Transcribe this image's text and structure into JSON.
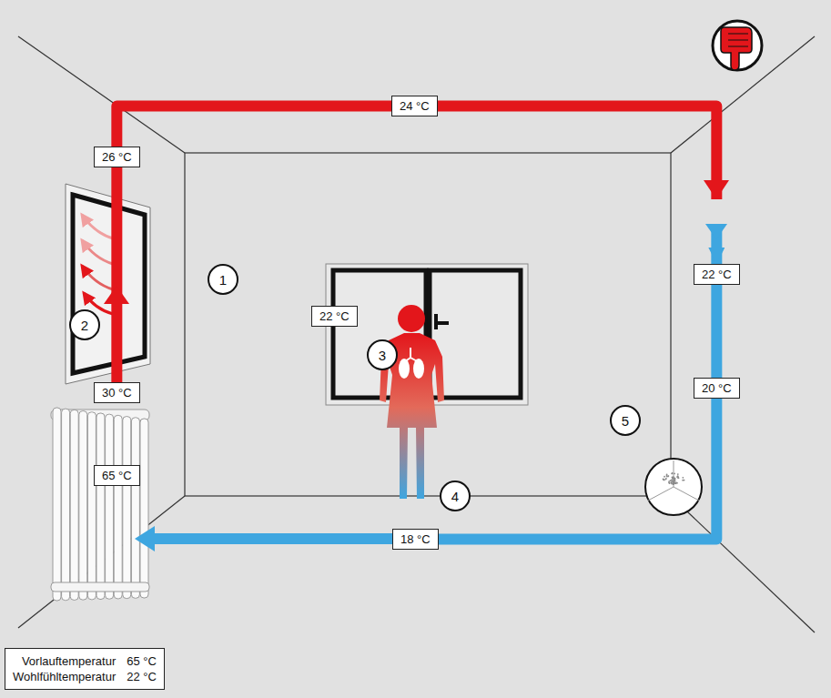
{
  "diagram": {
    "nodes": [
      {
        "text": [
          "24 °C"
        ]
      },
      {
        "text": [
          "26 °C"
        ]
      },
      {
        "text": [
          "1"
        ]
      },
      {
        "text": [
          "22 °C"
        ]
      },
      {
        "text": [
          "2"
        ]
      },
      {
        "text": [
          "22 °C"
        ]
      },
      {
        "text": [
          "3"
        ]
      },
      {
        "text": [
          "20 °C"
        ]
      },
      {
        "text": [
          "30 °C"
        ]
      },
      {
        "text": [
          "5"
        ]
      },
      {
        "text": [
          "65 °C"
        ]
      },
      {
        "text": [
          "4"
        ]
      },
      {
        "text": [
          "18 °C"
        ]
      },
      {
        "text": [
          "Vorlauftemperatur",
          "65 °C",
          "Wohlfühltemperatur",
          "22 °C"
        ]
      }
    ],
    "edges": [
      {
        "from": 8,
        "to": 1,
        "arrow": "none"
      },
      {
        "from": 1,
        "to": 0,
        "arrow": "none"
      },
      {
        "from": 0,
        "to": 3,
        "arrow": "to"
      },
      {
        "from": 3,
        "to": 7,
        "arrow": "none"
      },
      {
        "from": 7,
        "to": 12,
        "arrow": "none"
      }
    ]
  }
}
